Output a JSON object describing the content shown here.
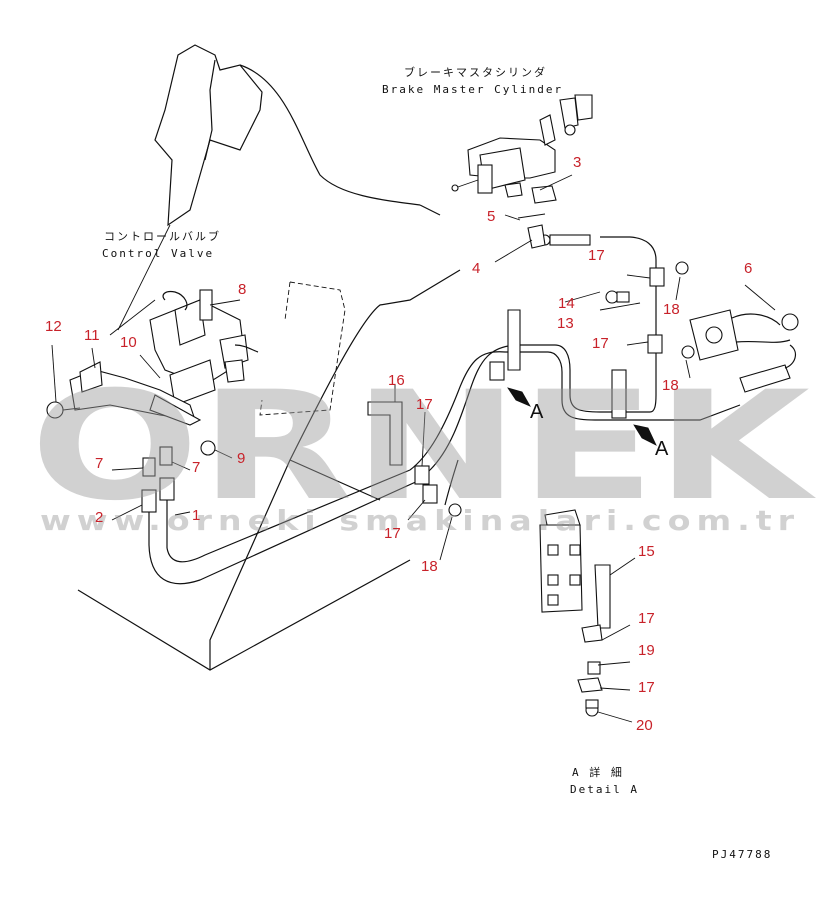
{
  "labels": {
    "brake_master_jp": "ブレーキマスタシリンダ",
    "brake_master_en": "Brake Master Cylinder",
    "control_valve_jp": "コントロールバルブ",
    "control_valve_en": "Control Valve",
    "detail_jp": "A 詳 細",
    "detail_en": "Detail A",
    "view_a_1": "A",
    "view_a_2": "A",
    "drawing_no": "PJ47788"
  },
  "watermark": {
    "logo": "ORNEK",
    "url": "www.orneki smakinalari.com.tr"
  },
  "parts": [
    "1",
    "2",
    "3",
    "4",
    "5",
    "6",
    "7",
    "7",
    "8",
    "9",
    "10",
    "11",
    "12",
    "13",
    "14",
    "15",
    "16",
    "17",
    "17",
    "17",
    "17",
    "17",
    "17",
    "18",
    "18",
    "18",
    "19",
    "20"
  ],
  "colors": {
    "part_number": "#c8222a",
    "line": "#111111",
    "watermark": "#9a9a9a"
  }
}
